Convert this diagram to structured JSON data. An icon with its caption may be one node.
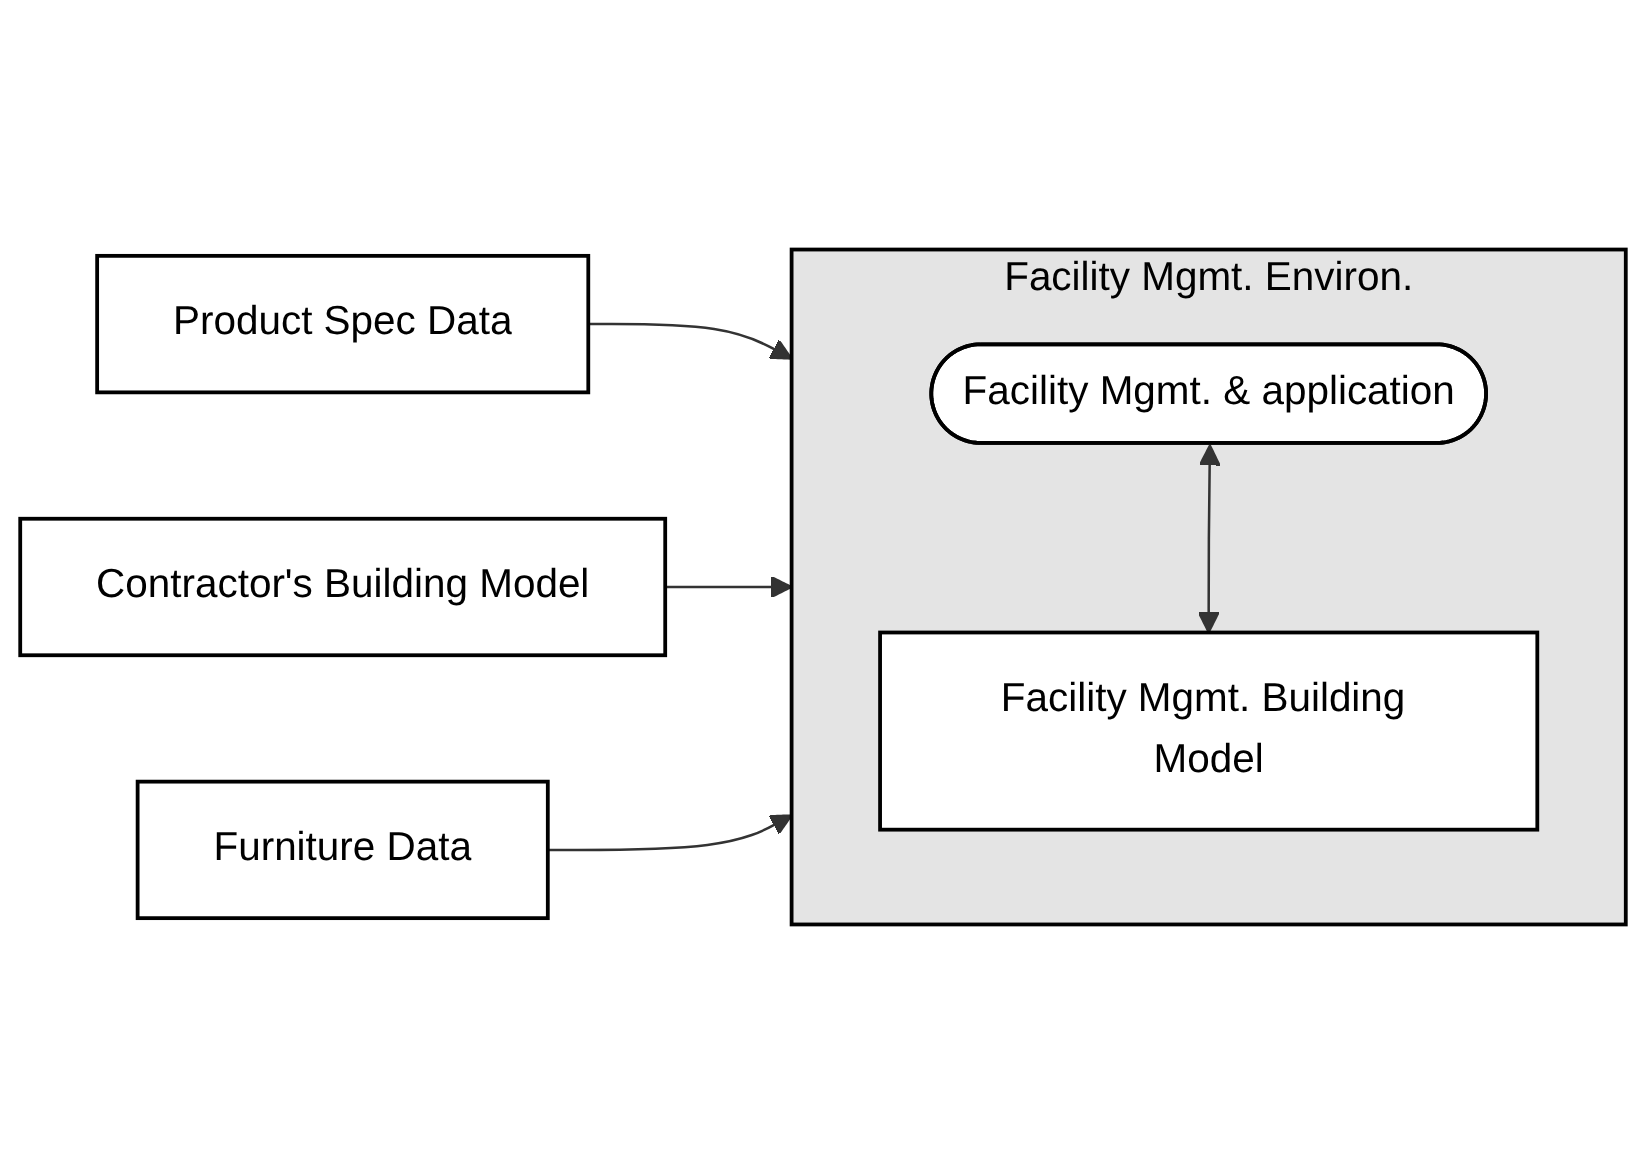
{
  "diagram": {
    "nodes": [
      {
        "text": [
          "Product Spec Data"
        ]
      },
      {
        "text": [
          "Contractor's Building Model"
        ]
      },
      {
        "text": [
          "Furniture Data"
        ]
      },
      {
        "text": [
          "Facility Mgmt. Environ."
        ]
      },
      {
        "text": [
          "Facility Mgmt. & application"
        ],
        "in": 3
      },
      {
        "text": [
          "Facility Mgmt. Building Model"
        ],
        "in": 3
      }
    ],
    "edges": [
      {
        "from": 0,
        "to": 3,
        "arrow": "to"
      },
      {
        "from": 1,
        "to": 3,
        "arrow": "to"
      },
      {
        "from": 2,
        "to": 3,
        "arrow": "to"
      },
      {
        "from": 4,
        "to": 5,
        "arrow": "both"
      }
    ]
  }
}
